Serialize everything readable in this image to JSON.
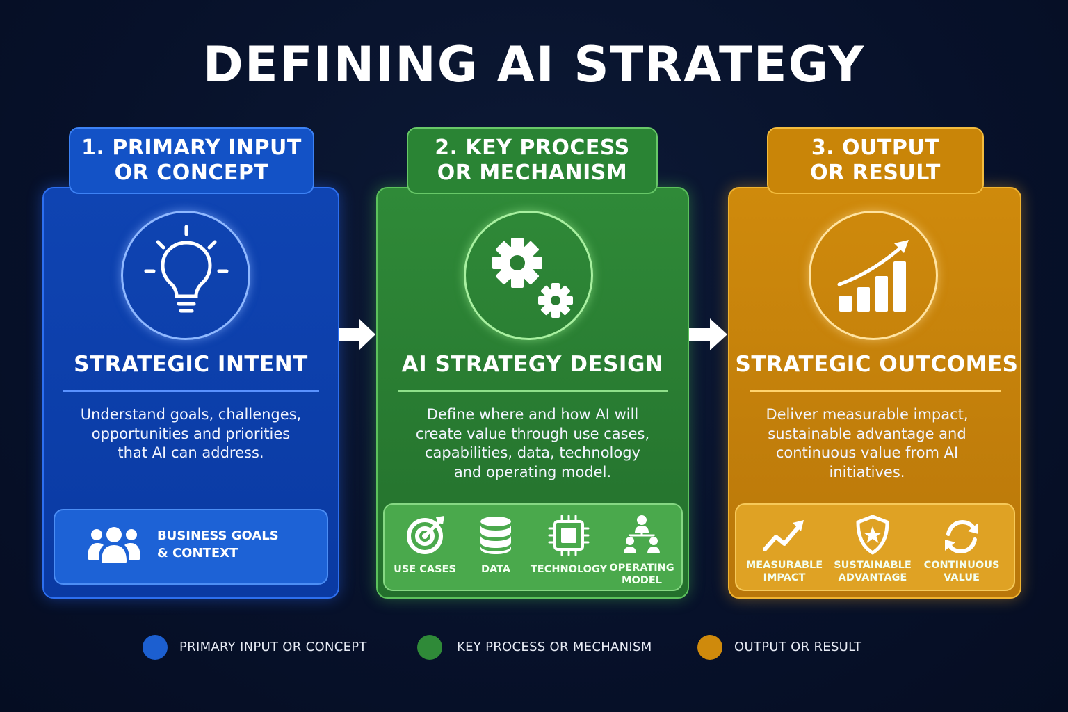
{
  "title": "DEFINING AI STRATEGY",
  "colors": {
    "blue": "#0f44b2",
    "green": "#2f8a38",
    "orange": "#cf8a0c",
    "background": "#07112a"
  },
  "stages": [
    {
      "tab_line1": "1. PRIMARY INPUT",
      "tab_line2": "OR CONCEPT",
      "icon": "lightbulb-icon",
      "heading": "STRATEGIC INTENT",
      "description": [
        "Understand goals, challenges,",
        "opportunities and priorities",
        "that AI can address."
      ],
      "features": [
        {
          "icon": "people-icon",
          "label_line1": "BUSINESS GOALS",
          "label_line2": "& CONTEXT"
        }
      ]
    },
    {
      "tab_line1": "2. KEY PROCESS",
      "tab_line2": "OR MECHANISM",
      "icon": "gears-icon",
      "heading": "AI STRATEGY DESIGN",
      "description": [
        "Define where and how AI will",
        "create value through use cases,",
        "capabilities, data, technology",
        "and operating model."
      ],
      "features": [
        {
          "icon": "target-icon",
          "label_line1": "USE CASES",
          "label_line2": ""
        },
        {
          "icon": "database-icon",
          "label_line1": "DATA",
          "label_line2": ""
        },
        {
          "icon": "chip-icon",
          "label_line1": "TECHNOLOGY",
          "label_line2": ""
        },
        {
          "icon": "org-chart-icon",
          "label_line1": "OPERATING",
          "label_line2": "MODEL"
        }
      ]
    },
    {
      "tab_line1": "3. OUTPUT",
      "tab_line2": "OR RESULT",
      "icon": "growth-chart-icon",
      "heading": "STRATEGIC OUTCOMES",
      "description": [
        "Deliver measurable impact,",
        "sustainable advantage and",
        "continuous value from AI",
        "initiatives."
      ],
      "features": [
        {
          "icon": "trend-up-icon",
          "label_line1": "MEASURABLE",
          "label_line2": "IMPACT"
        },
        {
          "icon": "shield-star-icon",
          "label_line1": "SUSTAINABLE",
          "label_line2": "ADVANTAGE"
        },
        {
          "icon": "refresh-icon",
          "label_line1": "CONTINUOUS",
          "label_line2": "VALUE"
        }
      ]
    }
  ],
  "legend": [
    {
      "label": "PRIMARY INPUT OR CONCEPT",
      "color": "#1c5fd0"
    },
    {
      "label": "KEY PROCESS OR MECHANISM",
      "color": "#2f8a38"
    },
    {
      "label": "OUTPUT OR RESULT",
      "color": "#cf8a0c"
    }
  ]
}
